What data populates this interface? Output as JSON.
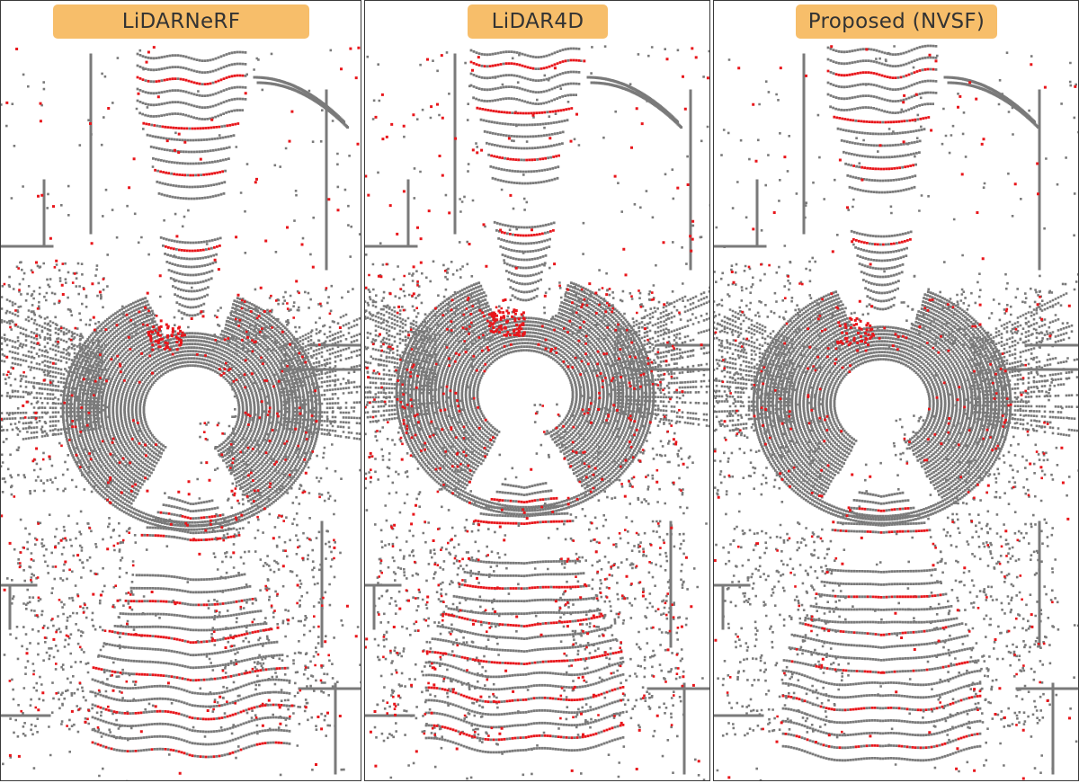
{
  "panels": [
    {
      "title": "LiDARNeRF",
      "seed": 11,
      "red_density": 1.0
    },
    {
      "title": "LiDAR4D",
      "seed": 29,
      "red_density": 1.35
    },
    {
      "title": "Proposed (NVSF)",
      "seed": 47,
      "red_density": 0.75
    }
  ],
  "colors": {
    "ground_truth": "#7a7a7a",
    "error": "#e8161b",
    "label_bg": "#f7be6a",
    "border": "#3a3a3a"
  }
}
